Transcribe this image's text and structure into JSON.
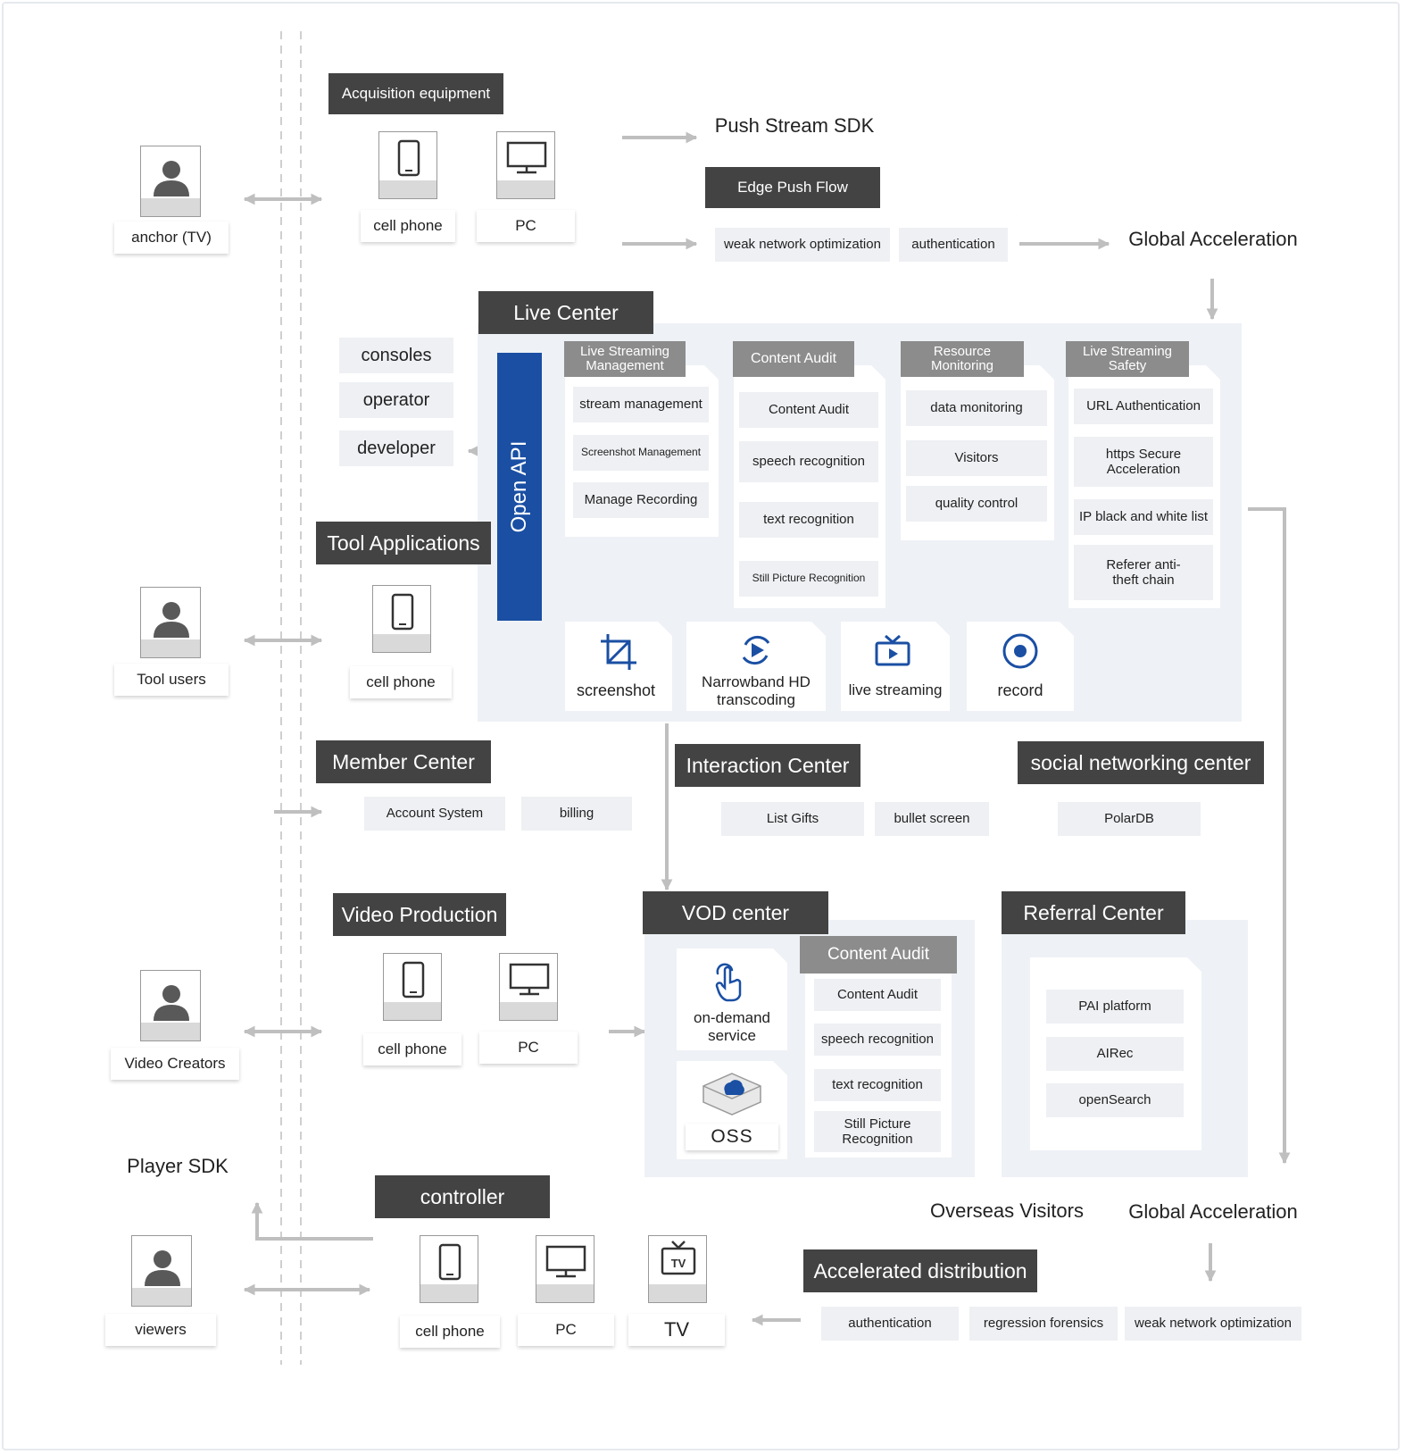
{
  "acquisition": {
    "title": "Acquisition equipment",
    "device1": "cell phone",
    "device2": "PC"
  },
  "anchor": {
    "label": "anchor (TV)"
  },
  "push_sdk": "Push Stream SDK",
  "edge_push": {
    "title": "Edge Push Flow",
    "item1": "weak network optimization",
    "item2": "authentication"
  },
  "global_accel_top": "Global Acceleration",
  "live_center": {
    "title": "Live Center",
    "open_api": "Open API",
    "streaming_mgmt": {
      "title": "Live Streaming Management",
      "items": [
        "stream management",
        "Screenshot Management",
        "Manage Recording"
      ]
    },
    "content_audit": {
      "title": "Content Audit",
      "items": [
        "Content Audit",
        "speech recognition",
        "text recognition",
        "Still Picture Recognition"
      ]
    },
    "resource_monitoring": {
      "title": "Resource Monitoring",
      "items": [
        "data monitoring",
        "Visitors",
        "quality control"
      ]
    },
    "safety": {
      "title": "Live Streaming Safety",
      "items": [
        "URL Authentication",
        "https Secure Acceleration",
        "IP black and white list",
        "Referer anti-theft chain"
      ]
    },
    "features": [
      "screenshot",
      "Narrowband HD transcoding",
      "live streaming",
      "record"
    ]
  },
  "roles": [
    "consoles",
    "operator",
    "developer"
  ],
  "tool_apps": {
    "title": "Tool Applications",
    "device": "cell phone"
  },
  "tool_users": {
    "label": "Tool users"
  },
  "member_center": {
    "title": "Member Center",
    "items": [
      "Account System",
      "billing"
    ]
  },
  "interaction_center": {
    "title": "Interaction Center",
    "items": [
      "List Gifts",
      "bullet screen"
    ]
  },
  "social_center": {
    "title": "social networking center",
    "items": [
      "PolarDB"
    ]
  },
  "video_production": {
    "title": "Video Production",
    "device1": "cell phone",
    "device2": "PC"
  },
  "video_creators": {
    "label": "Video Creators"
  },
  "vod_center": {
    "title": "VOD center",
    "on_demand": "on-demand service",
    "oss": "OSS",
    "content_audit": {
      "title": "Content Audit",
      "items": [
        "Content Audit",
        "speech recognition",
        "text recognition",
        "Still Picture Recognition"
      ]
    }
  },
  "referral_center": {
    "title": "Referral Center",
    "items": [
      "PAI platform",
      "AIRec",
      "openSearch"
    ]
  },
  "player_sdk": "Player SDK",
  "viewers": {
    "label": "viewers"
  },
  "controller": {
    "title": "controller",
    "devices": [
      "cell phone",
      "PC",
      "TV"
    ]
  },
  "overseas_visitors": "Overseas Visitors",
  "global_accel_bottom": "Global Acceleration",
  "accelerated_distribution": {
    "title": "Accelerated distribution",
    "items": [
      "authentication",
      "regression forensics",
      "weak network optimization"
    ]
  },
  "colors": {
    "dark_header": "#434343",
    "gray_tag": "#8c8c8c",
    "open_api": "#1a4fa3",
    "region": "#eef1f5",
    "pill": "#eef0f3",
    "arrow": "#bfbfbf"
  }
}
